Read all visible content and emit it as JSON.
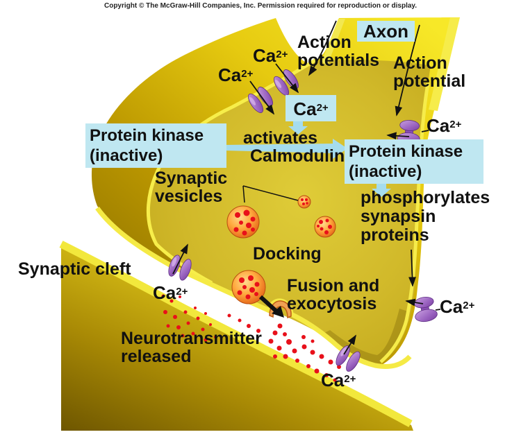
{
  "copyright": "Copyright © The McGraw-Hill Companies, Inc. Permission required for reproduction or display.",
  "ca": {
    "base": "Ca",
    "sup": "2+"
  },
  "boxes": {
    "axon": "Axon",
    "protein_kinase_left": {
      "line1": "Protein kinase",
      "line2": "(inactive)"
    },
    "protein_kinase_right": {
      "line1": "Protein kinase",
      "line2": "(inactive)"
    }
  },
  "labels": {
    "action_potentials": {
      "line1": "Action",
      "line2": "potentials"
    },
    "action_potential": {
      "line1": "Action",
      "line2": "potential"
    },
    "activates": "activates",
    "calmodulin": "Calmodulin",
    "synaptic_vesicles": {
      "line1": "Synaptic",
      "line2": "vesicles"
    },
    "phosphorylates": {
      "line1": "phosphorylates",
      "line2": "synapsin",
      "line3": "proteins"
    },
    "docking": "Docking",
    "synaptic_cleft": "Synaptic cleft",
    "fusion": {
      "line1": "Fusion and",
      "line2": "exocytosis"
    },
    "neurotransmitter": {
      "line1": "Neurotransmitter",
      "line2": "released"
    }
  },
  "colors": {
    "ink": "#111111",
    "box-blue": "#bfe7f1",
    "arrow-blue": "#a5dcee",
    "gold-bright": "#f5e93c",
    "gold-dark": "#8a6d00",
    "membrane-line": "#f7ee4a",
    "channel-purple": "#9a63c0",
    "vesicle-orange": "#f09035",
    "neurotransmitter-red": "#e8101a"
  }
}
